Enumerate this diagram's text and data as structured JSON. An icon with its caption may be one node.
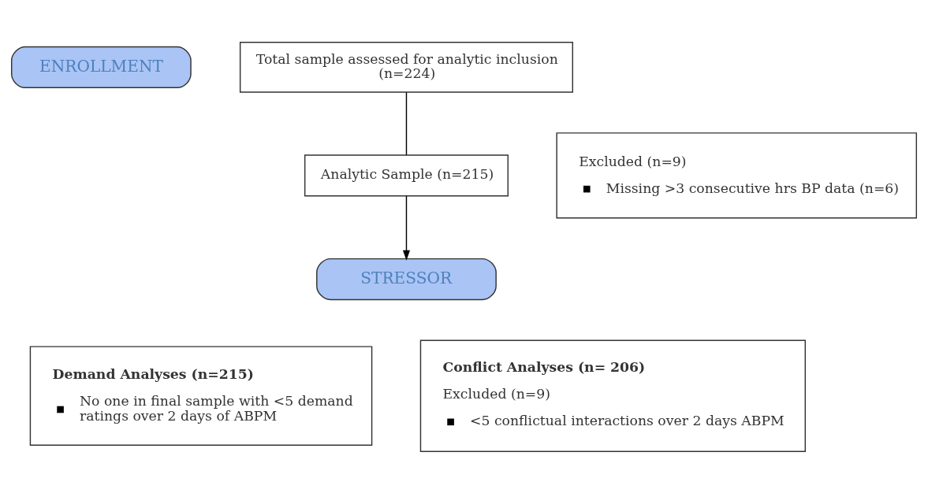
{
  "diagram": {
    "nodes": [
      {
        "text": [
          "ENROLLMENT"
        ]
      },
      {
        "text": [
          "Total sample assessed for analytic inclusion (n=224)"
        ]
      },
      {
        "text": [
          "Excluded (n=9)",
          "Missing >3 consecutive hrs BP data (n=6)"
        ]
      },
      {
        "text": [
          "Analytic Sample (n=215)"
        ]
      },
      {
        "text": [
          "STRESSOR"
        ]
      },
      {
        "text": [
          "Demand Analyses (n=215)",
          "No one in final sample with <5 demand ratings over 2 days of ABPM"
        ]
      },
      {
        "text": [
          "Conflict Analyses (n= 206)",
          "Excluded (n=9)",
          "<5 conflictual interactions over 2 days ABPM"
        ]
      }
    ],
    "edges": [
      {
        "from": 1,
        "to": 3,
        "arrow": "none"
      },
      {
        "from": 3,
        "to": 4,
        "arrow": "to"
      }
    ]
  }
}
